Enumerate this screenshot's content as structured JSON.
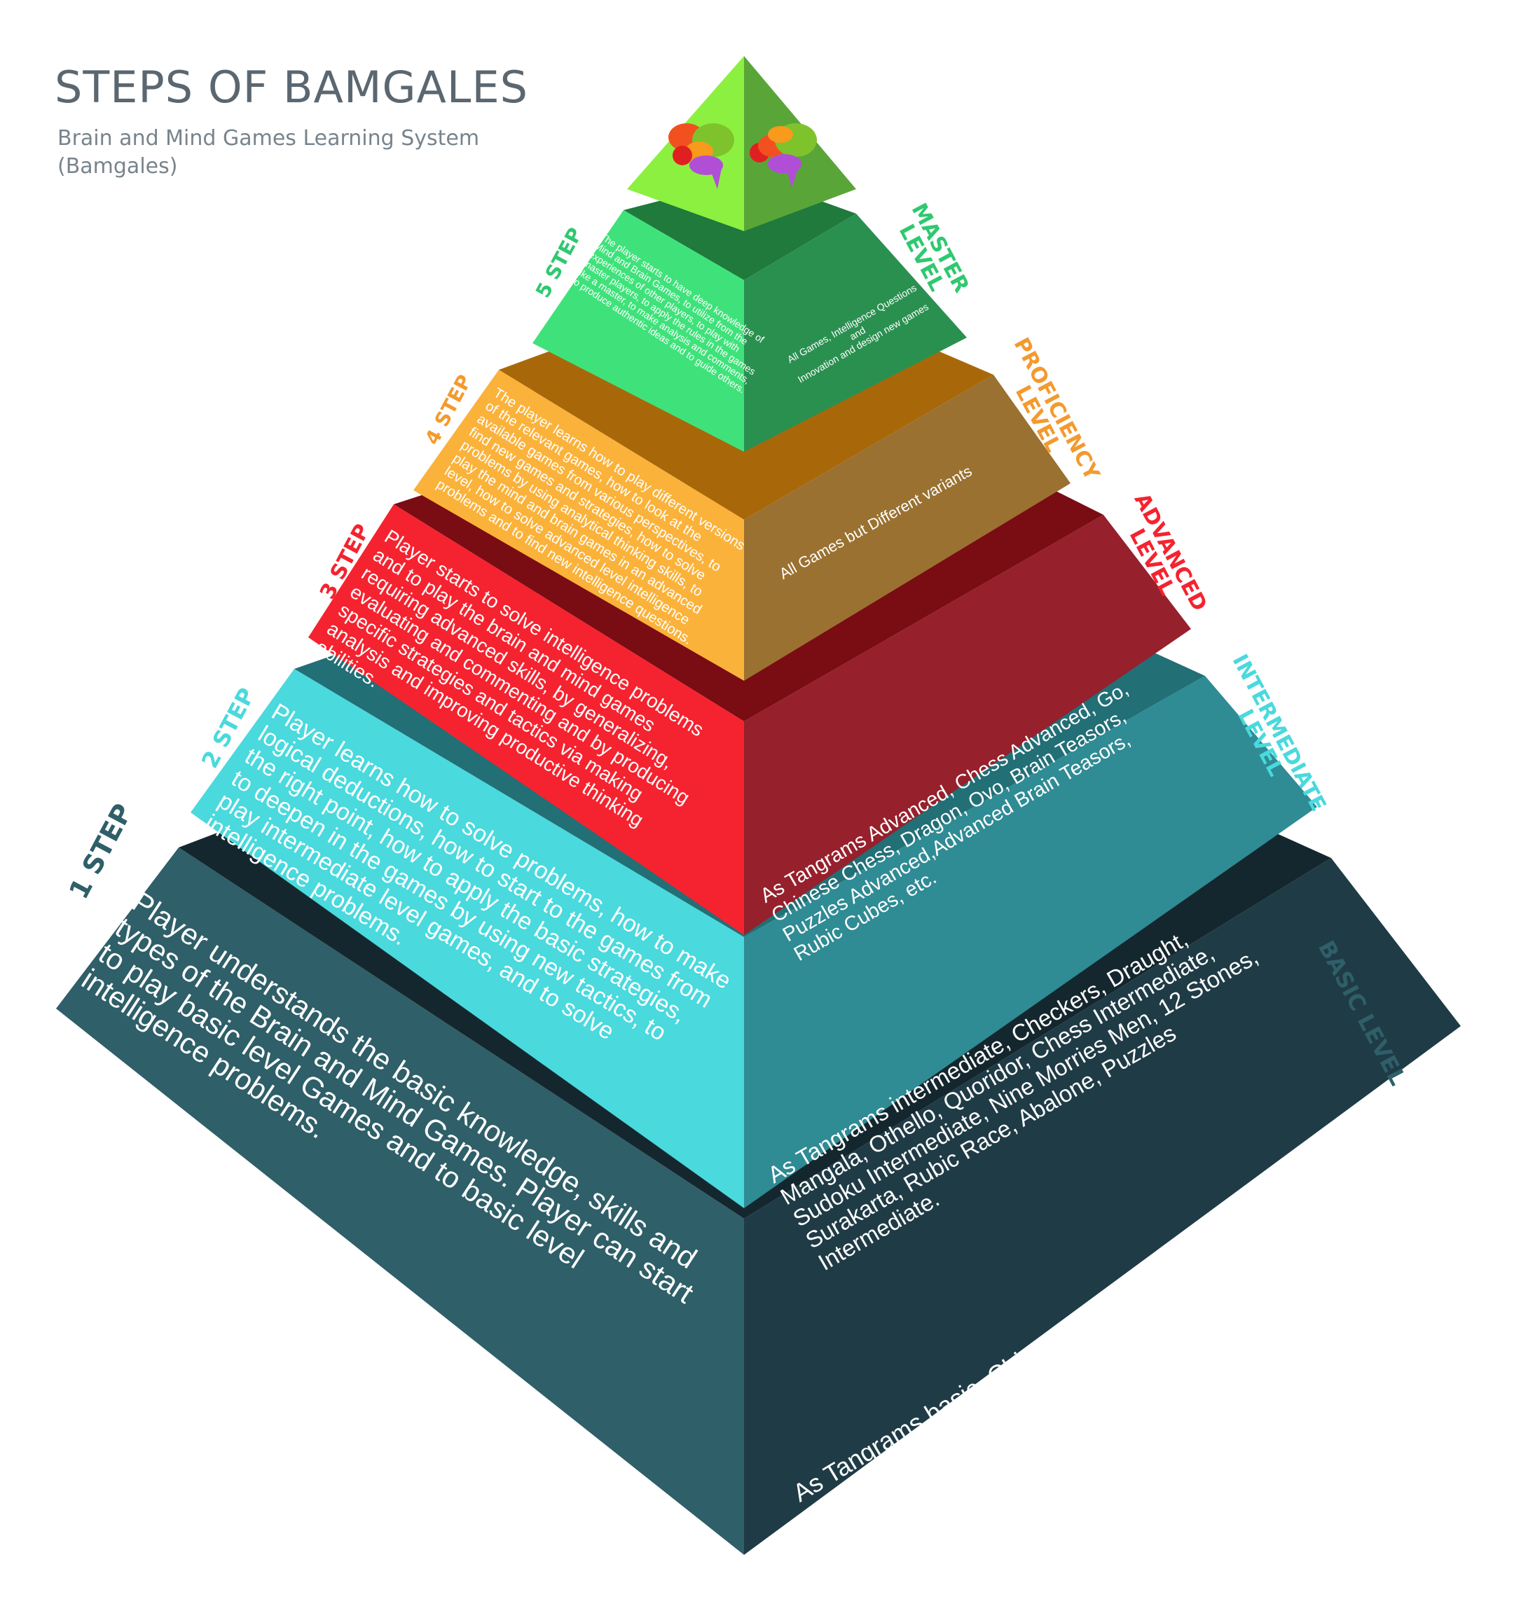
{
  "header": {
    "title": "STEPS OF BAMGALES",
    "subtitle_line1": "Brain and Mind Games Learning System",
    "subtitle_line2": "(Bamgales)"
  },
  "tiers": [
    {
      "step": "1 STEP",
      "level": "BASIC LEVEL",
      "description": "Player understands the basic knowledge, skills and types of the Brain and Mind Games. Player can start to play basic level Games and to basic level intelligence problems.",
      "games": "As Tangrams basic, Chinese Checkers, Tic-tac-toe, Maze, Word Puzzle, 3 Stones, Jenga, Chess Basic, Tangramino, Katamino basic, Verbal Games, Brain Teasors, Pen-Pencil-Paper Games, 3-6 Stones, Sudoku Basic, Rubic Race Paper Game, Puzzles Basic, Memory Games Basic.",
      "colors": {
        "left": "#2f5f68",
        "right": "#1f3b46",
        "top": "#15272e",
        "label": "#2f5f68"
      }
    },
    {
      "step": "2 STEP",
      "level_line1": "INTERMEDIATE",
      "level_line2": "LEVEL",
      "description": "Player learns how to solve problems, how to make logical deductions, how to start to the games from the right point, how to apply the basic strategies, to deepen in the games by using new tactics, to play intermediate level games, and to solve intelligence problems.",
      "games": "As Tangrams intermediate, Checkers, Draught, Mangala, Othello, Quoridor, Chess Intermediate, Sudoku Intermediate, Nine Morries Men, 12 Stones, Surakarta, Rubic Race, Abalone, Puzzles Intermediate.",
      "colors": {
        "left": "#4ad9dd",
        "right": "#2f8b94",
        "top": "#226f76",
        "label": "#4ad9dd"
      }
    },
    {
      "step": "3 STEP",
      "level_line1": "ADVANCED",
      "level_line2": "LEVEL",
      "description": "Player starts to solve intelligence problems and to play the brain and mind games requiring advanced skills, by generalizing, evaluating and commenting and by producing specific strategies and tactics via making analysis and improving productive thinking abilities.",
      "games": "As Tangrams Advanced, Chess Advanced, Go, Chinese Chess, Dragon, Ovo, Brain Teasors, Puzzles Advanced,Advanced Brain Teasors, Rubic Cubes, etc.",
      "colors": {
        "left": "#f5232f",
        "right": "#96202c",
        "top": "#7a0c14",
        "label": "#f5232f"
      }
    },
    {
      "step": "4 STEP",
      "level_line1": "PROFICIENCY",
      "level_line2": "LEVEL",
      "description": "The player learns how to play different versions of the relevant games, how to look at the available games from various perspectives, to find new games and strategies, how to solve problems by using analytical thinking skills, to play the mind and brain games in an advanced level, how to solve advanced level intelligence problems and to find new intelligence questions.",
      "games": "All Games but Different variants",
      "colors": {
        "left": "#fbb23a",
        "right": "#9a7130",
        "top": "#a8680a",
        "label": "#f39a2e"
      }
    },
    {
      "step": "5 STEP",
      "level_line1": "MASTER",
      "level_line2": "LEVEL",
      "description": "The player starts to have deep knowledge of Mind and Brain Games, to utilize from the experiences of other players, to play with master players, to apply the rules in the games like a master, to make analysis and comments, to produce authentic ideas and to guide others.",
      "games_line1": "All Games, Intelligence Questions",
      "games_line2": "and",
      "games_line3": "Innovation and design new games",
      "colors": {
        "left": "#3fe27a",
        "right": "#2a9050",
        "top": "#1f7a3c",
        "label": "#2fc870"
      }
    }
  ],
  "apex": {
    "colors": {
      "left": "#8cf040",
      "right": "#5aa538"
    },
    "icon_left": "brain-icon",
    "icon_right": "brain-icon",
    "brain_colors": [
      "#f2511f",
      "#7ec32b",
      "#f89a1c",
      "#b04fd6",
      "#e02020"
    ]
  }
}
